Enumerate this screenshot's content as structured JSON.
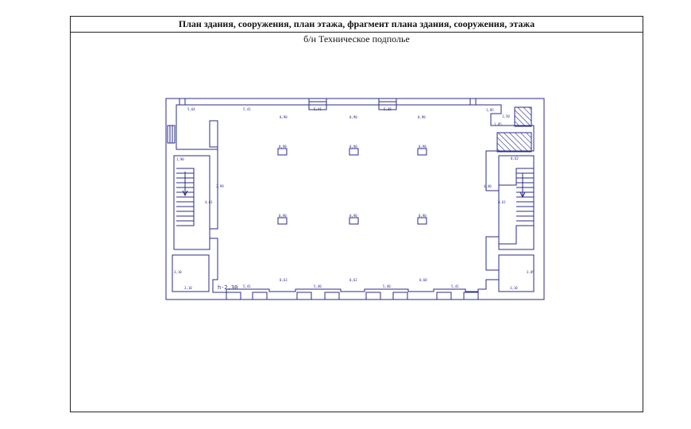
{
  "header": {
    "title": "План здания, сооружения, план этажа, фрагмент плана здания, сооружения, этажа",
    "floor_name": "б/н Техническое подполье"
  },
  "plan": {
    "colors": {
      "line": "#2b2b88",
      "background": "#ffffff"
    },
    "level_mark": "h-2,30",
    "dims": {
      "top_left_wall": "5,64",
      "top_wall_1": "5,41",
      "top_wall_2": "5,41",
      "top_wall_3": "5,38",
      "top_col_1": "0,90",
      "top_col_2": "0,90",
      "top_col_3": "0,90",
      "top_right": "1,85",
      "corner_right": "1,85",
      "right_small": "1,50",
      "col_1": "0,90",
      "col_2": "0,90",
      "col_3": "0,90",
      "col_4": "0,90",
      "col_5": "0,90",
      "col_6": "0,90",
      "left_room": "3,10",
      "right_room": "3,10",
      "bottom_1": "5,41",
      "bottom_2": "5,40",
      "bottom_3": "5,40",
      "bottom_4": "5,41",
      "bottom_col_1": "0,63",
      "bottom_col_2": "0,62",
      "bottom_col_3": "0,60",
      "stair_right_top": "0,62",
      "left_side_1": "3,99",
      "left_side_2": "4,61",
      "left_side_3": "1,90",
      "right_side_1": "4,40",
      "right_side_2": "4,61",
      "left_room_side": "3,10",
      "right_room_side": "3,05"
    }
  }
}
